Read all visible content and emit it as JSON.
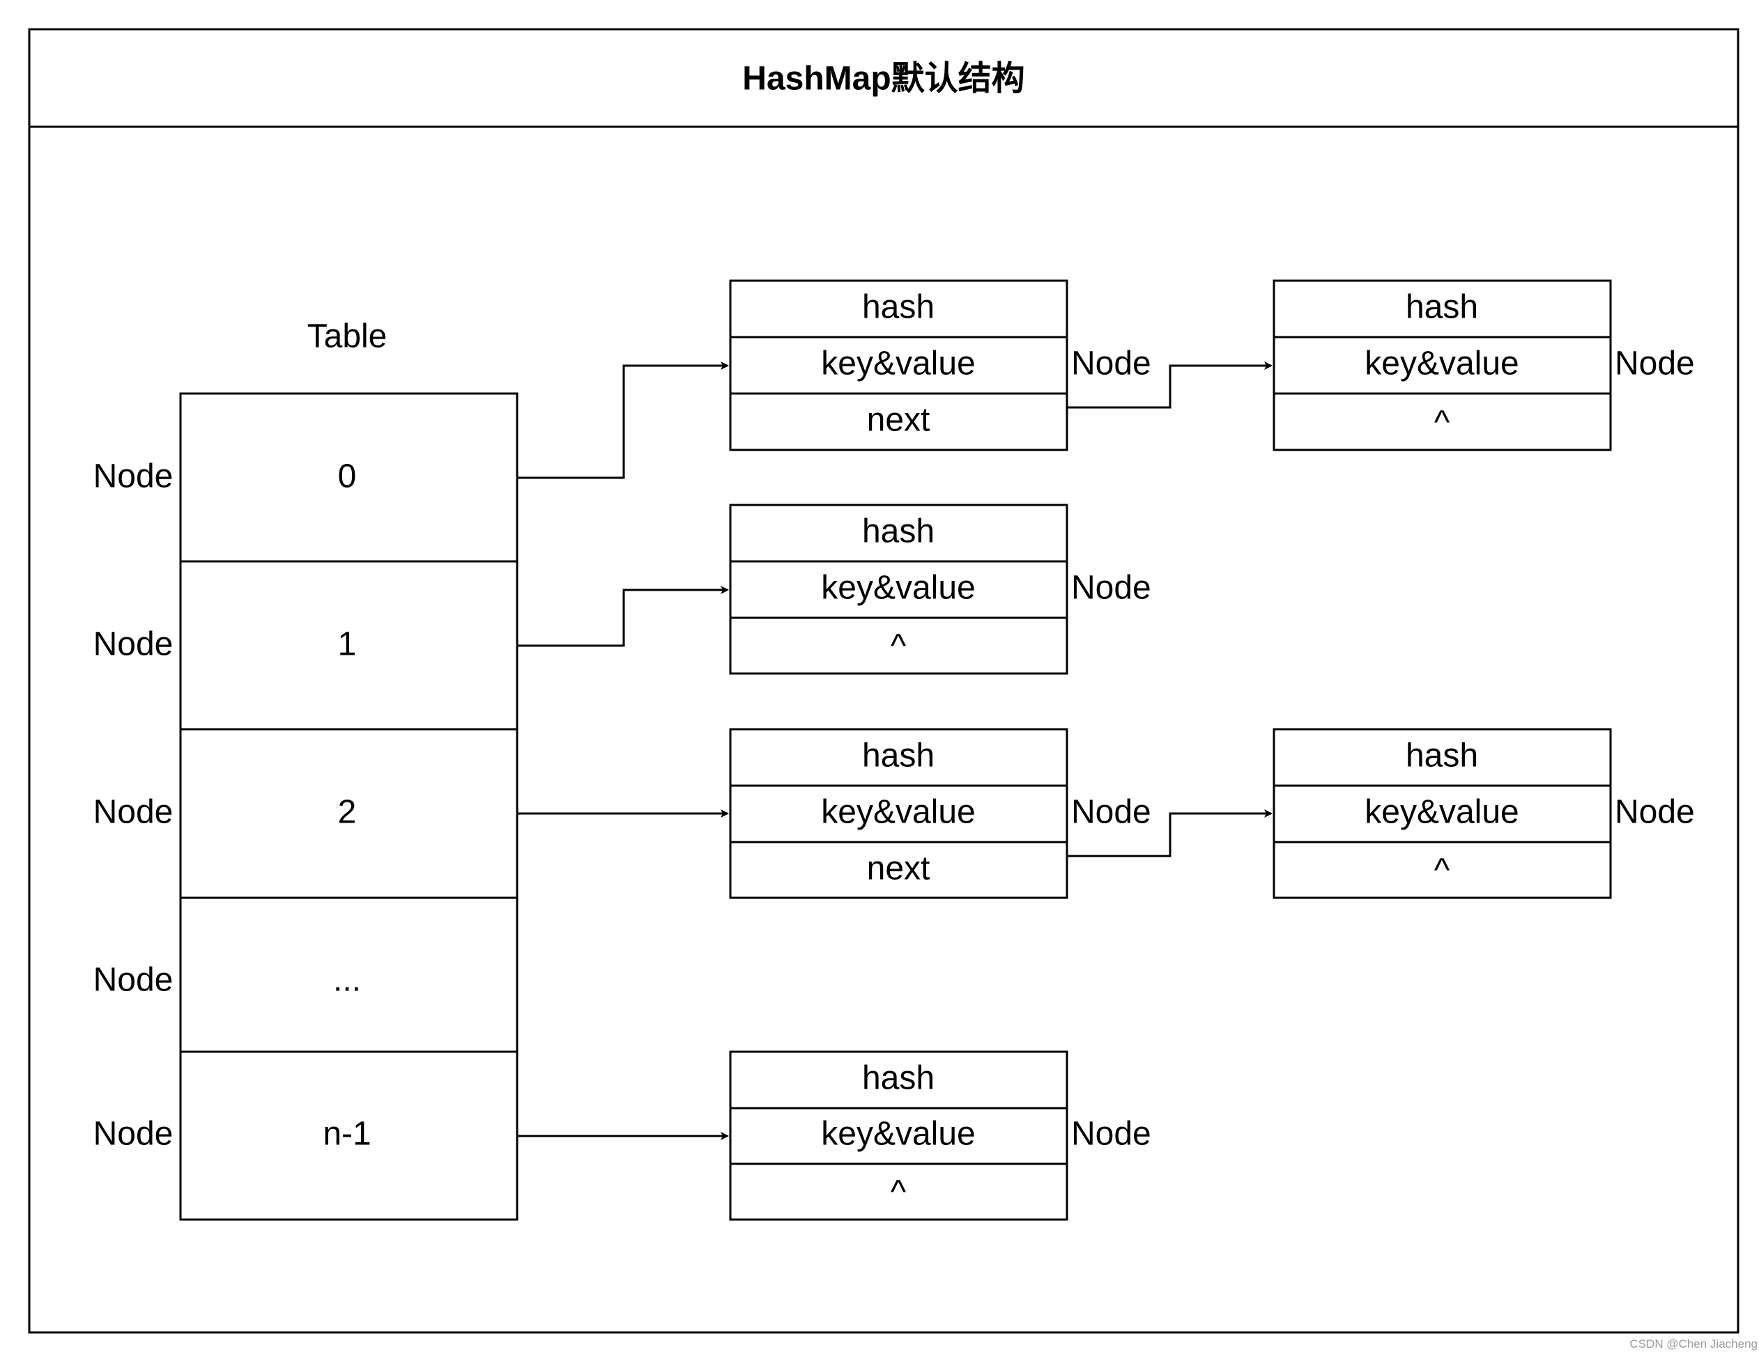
{
  "title": "HashMap默认结构",
  "table_label": "Table",
  "table_rows": [
    {
      "index": "0",
      "type": "Node"
    },
    {
      "index": "1",
      "type": "Node"
    },
    {
      "index": "2",
      "type": "Node"
    },
    {
      "index": "...",
      "type": "Node"
    },
    {
      "index": "n-1",
      "type": "Node"
    }
  ],
  "nodes": [
    {
      "hash": "hash",
      "kv": "key&value",
      "next": "next",
      "type": "Node"
    },
    {
      "hash": "hash",
      "kv": "key&value",
      "next": "^",
      "type": "Node"
    },
    {
      "hash": "hash",
      "kv": "key&value",
      "next": "^",
      "type": "Node"
    },
    {
      "hash": "hash",
      "kv": "key&value",
      "next": "next",
      "type": "Node"
    },
    {
      "hash": "hash",
      "kv": "key&value",
      "next": "^",
      "type": "Node"
    },
    {
      "hash": "hash",
      "kv": "key&value",
      "next": "^",
      "type": "Node"
    }
  ],
  "watermark": "CSDN @Chen Jiacheng"
}
